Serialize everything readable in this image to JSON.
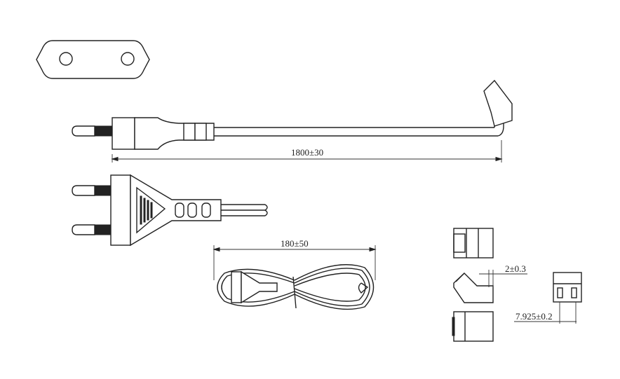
{
  "dimensions": {
    "cord_length": "1800±30",
    "coil_length": "180±50",
    "connector_offset": "2±0.3",
    "pin_spacing": "7.925±0.2"
  }
}
